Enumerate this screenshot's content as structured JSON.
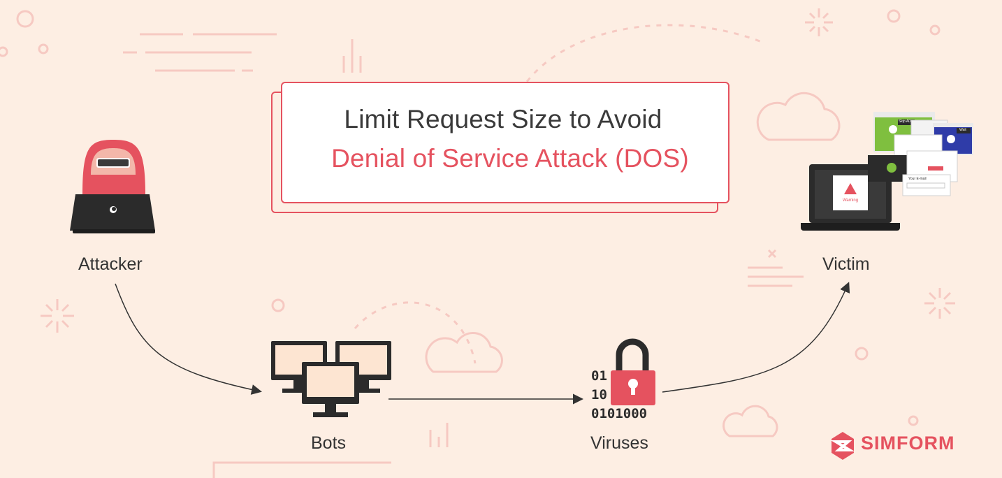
{
  "title": {
    "line1": "Limit Request Size to Avoid",
    "line2": "Denial of Service Attack (DOS)"
  },
  "nodes": {
    "attacker": "Attacker",
    "bots": "Bots",
    "viruses": "Viruses",
    "victim": "Victim"
  },
  "virus_bits": [
    "01",
    "10",
    "0101000"
  ],
  "victim_screen": {
    "warning": "Warning",
    "email_label": "Your E-mail",
    "popup_tags": [
      "Skip AD",
      "Wait"
    ]
  },
  "brand": {
    "name": "SIMFORM"
  },
  "colors": {
    "background": "#fdeee3",
    "accent": "#e5525f",
    "text": "#333333",
    "device": "#2b2b2b"
  }
}
